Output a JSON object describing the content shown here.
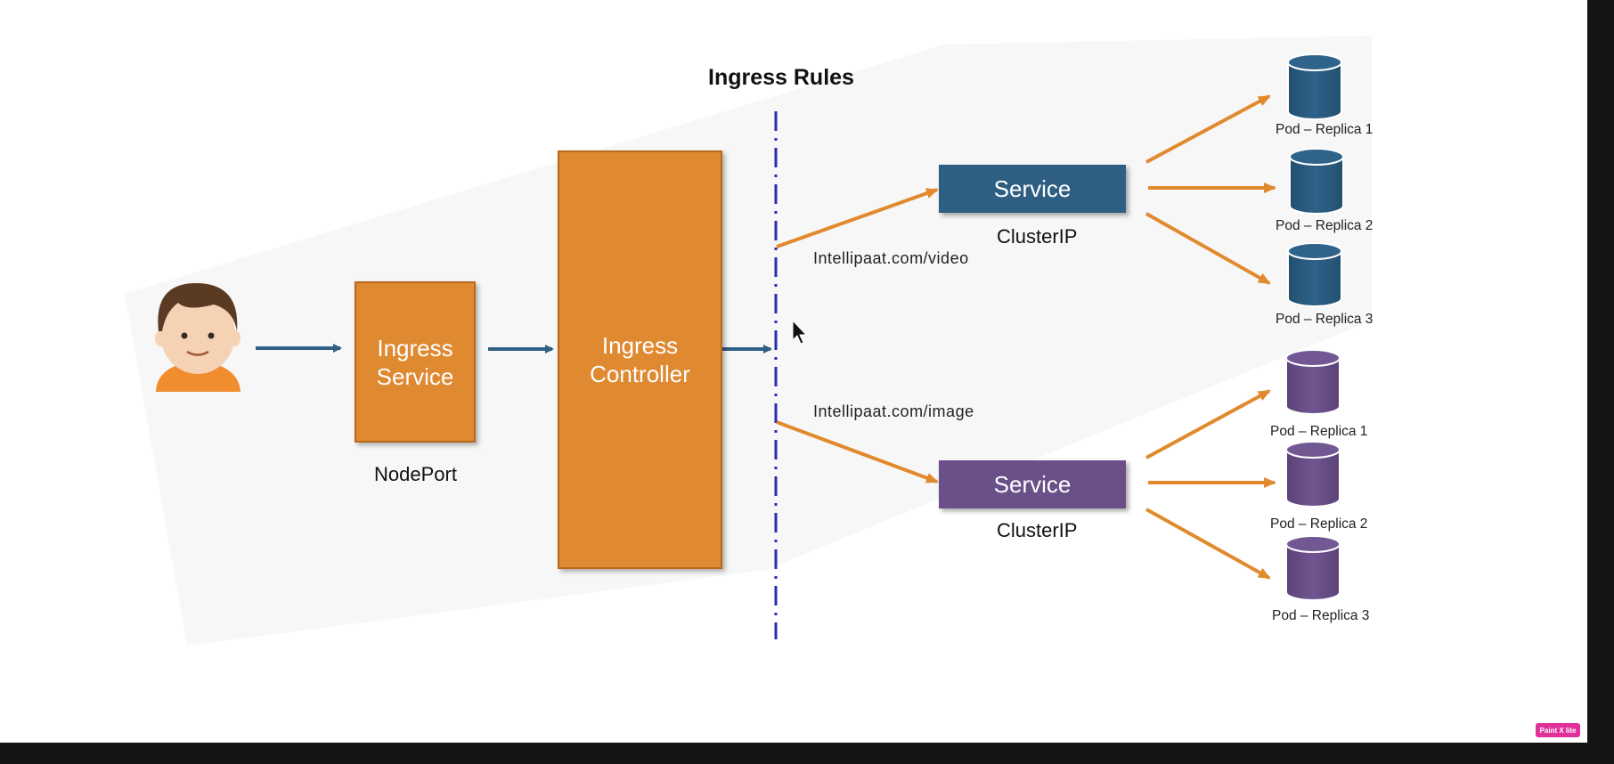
{
  "title": "Ingress Rules",
  "user": {
    "icon": "user-avatar-icon"
  },
  "ingress_service": {
    "label_line1": "Ingress",
    "label_line2": "Service",
    "type": "NodePort"
  },
  "ingress_controller": {
    "label_line1": "Ingress",
    "label_line2": "Controller"
  },
  "routes": [
    {
      "path": "Intellipaat.com/video",
      "service": "Service",
      "type": "ClusterIP",
      "pods": [
        "Pod – Replica 1",
        "Pod – Replica 2",
        "Pod – Replica 3"
      ]
    },
    {
      "path": "Intellipaat.com/image",
      "service": "Service",
      "type": "ClusterIP",
      "pods": [
        "Pod – Replica 1",
        "Pod – Replica 2",
        "Pod – Replica 3"
      ]
    }
  ],
  "badge": "Paint X lite",
  "colors": {
    "orange": "#df8931",
    "blue_service": "#2e5f82",
    "purple_service": "#6a4f88",
    "blue_pod": "#2a5d7f",
    "purple_pod": "#6a4f88",
    "arrow_blue": "#2f5f82",
    "arrow_orange": "#e08a2d",
    "rule_line": "#2a2ab5"
  }
}
